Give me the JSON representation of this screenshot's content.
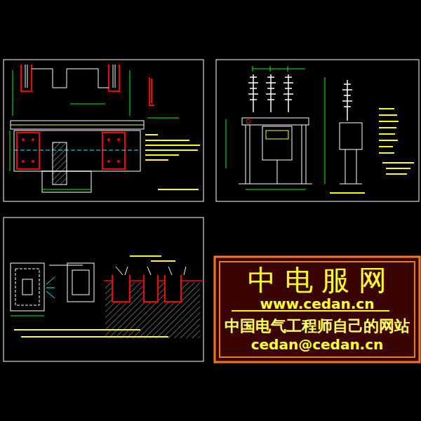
{
  "diagram": {
    "nodes": [
      {
        "text": [
          "中 电 服 网",
          "www.cedan.cn",
          "中国电气工程师自己的网站",
          "cedan@cedan.cn"
        ]
      }
    ]
  }
}
